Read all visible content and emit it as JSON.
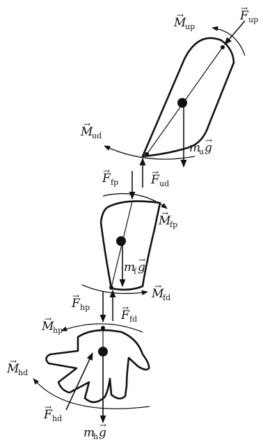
{
  "diagram": {
    "labels": {
      "F_up": {
        "base": "F",
        "sub": "up"
      },
      "M_up": {
        "base": "M",
        "sub": "up"
      },
      "M_ud": {
        "base": "M",
        "sub": "ud"
      },
      "mg_u": {
        "base": "m",
        "sub": "u",
        "tail": "g"
      },
      "F_ud": {
        "base": "F",
        "sub": "ud"
      },
      "F_fp": {
        "base": "F",
        "sub": "fp"
      },
      "M_fp": {
        "base": "M",
        "sub": "fp"
      },
      "mg_f": {
        "base": "m",
        "sub": "f",
        "tail": "g"
      },
      "M_fd": {
        "base": "M",
        "sub": "fd"
      },
      "F_hp": {
        "base": "F",
        "sub": "hp"
      },
      "F_fd": {
        "base": "F",
        "sub": "fd"
      },
      "M_hp": {
        "base": "M",
        "sub": "hp"
      },
      "M_hd": {
        "base": "M",
        "sub": "hd"
      },
      "F_hd": {
        "base": "F",
        "sub": "hd"
      },
      "mg_h": {
        "base": "m",
        "sub": "h",
        "tail": "g"
      }
    },
    "vector_mark": "⃗"
  }
}
